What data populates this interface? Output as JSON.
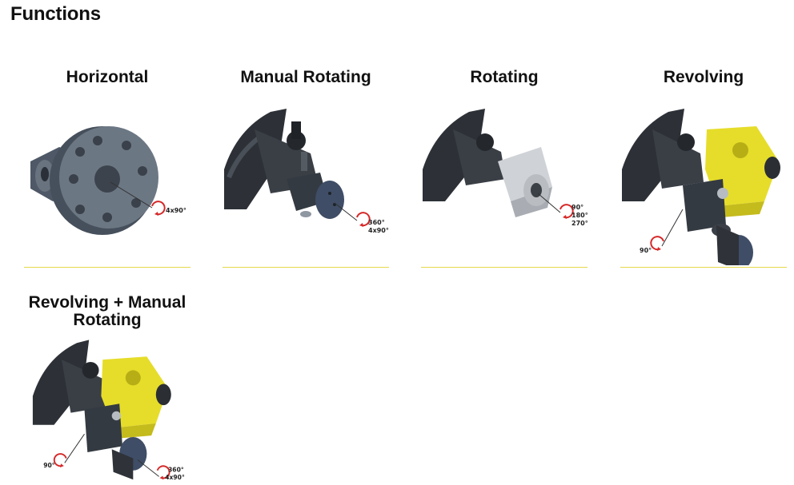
{
  "page": {
    "title": "Functions"
  },
  "colors": {
    "accent_line": "#e6d84a",
    "arrow": "#d62828",
    "steel": "#5d6877",
    "yellow": "#e6dd2a",
    "dark": "#2e3238"
  },
  "cards": [
    {
      "title": "Horizontal",
      "icon": "horizontal-flange-icon",
      "labels": [
        "4x90°"
      ]
    },
    {
      "title": "Manual Rotating",
      "icon": "manual-rotating-unit-icon",
      "labels": [
        "360°",
        "4x90°"
      ]
    },
    {
      "title": "Rotating",
      "icon": "rotating-unit-icon",
      "labels": [
        "90°",
        "180°",
        "270°"
      ]
    },
    {
      "title": "Revolving",
      "icon": "revolving-unit-icon",
      "labels": [
        "90°"
      ]
    },
    {
      "title": "Revolving + Manual Rotating",
      "icon": "revolving-manual-rotating-unit-icon",
      "labels": [
        "90°",
        "360°",
        "4x90°"
      ]
    }
  ]
}
